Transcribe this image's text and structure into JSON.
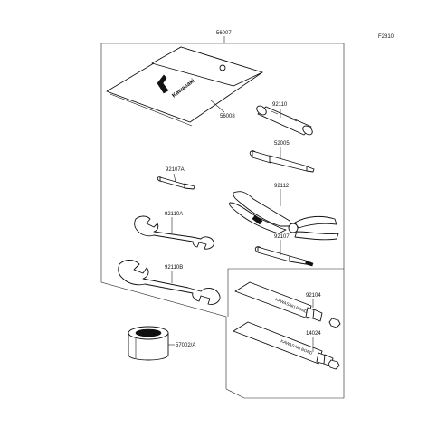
{
  "figure_code": "F2810",
  "brand_mark": "Kawasaki",
  "tube_text": "KAWASAKI BOND",
  "parts": [
    {
      "id": "pouch",
      "number": "56007"
    },
    {
      "id": "pouch-sub",
      "number": "56008"
    },
    {
      "id": "socket-wrench",
      "number": "92110"
    },
    {
      "id": "screwdriver-handle",
      "number": "52005"
    },
    {
      "id": "screwdriver-bit-a",
      "number": "92107A"
    },
    {
      "id": "pliers",
      "number": "92112"
    },
    {
      "id": "wrench-a",
      "number": "92110A"
    },
    {
      "id": "screwdriver-bit",
      "number": "92107"
    },
    {
      "id": "wrench-b",
      "number": "92110B"
    },
    {
      "id": "bond-tube-1",
      "number": "92104"
    },
    {
      "id": "bond-tube-2",
      "number": "14024"
    },
    {
      "id": "tape-roll",
      "number": "57002/A"
    }
  ]
}
